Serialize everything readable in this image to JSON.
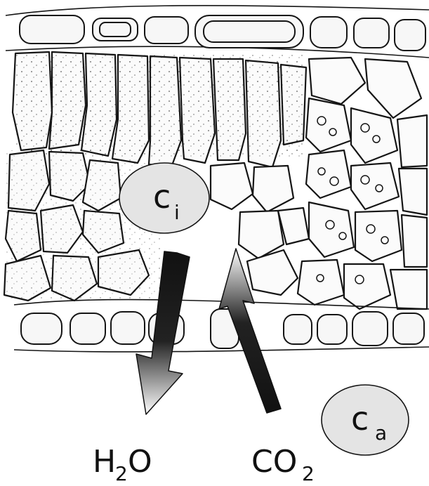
{
  "labels": {
    "ci_main": "c",
    "ci_sub": "i",
    "ca_main": "c",
    "ca_sub": "a",
    "h2o_pre": "H",
    "h2o_sub": "2",
    "h2o_post": "O",
    "co2_pre": "CO",
    "co2_sub": "2"
  },
  "colors": {
    "bubble_fill": "#e4e4e4",
    "line": "#151515",
    "arrow_dark": "#111111",
    "arrow_light": "#ffffff"
  },
  "icons": {
    "h2o_arrow": "arrow-down-icon",
    "co2_arrow": "arrow-up-icon"
  }
}
